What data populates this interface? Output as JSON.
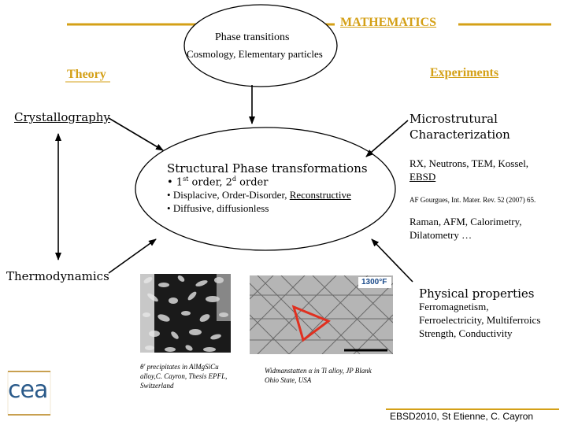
{
  "header": {
    "title": "MATHEMATICS",
    "accent_color": "#d4a017"
  },
  "top_ellipse": {
    "title": "Phase transitions",
    "subtitle": "Cosmology, Elementary particles"
  },
  "theory_label": "Theory",
  "experiments_label": "Experiments",
  "crystallography_label": "Crystallography",
  "thermodynamics_label": "Thermodynamics",
  "micro_char": {
    "line1": "Microstrutural",
    "line2": "Characterization"
  },
  "central": {
    "title": "Structural Phase transformations",
    "bullets": [
      {
        "marker": "•",
        "prefix": " 1",
        "sup1": "st",
        "middle": " order, 2",
        "sup2": "d",
        "suffix": " order"
      },
      {
        "marker": "•",
        "text": " Displacive, Order-Disorder, ",
        "underlined": "Reconstructive"
      },
      {
        "marker": "•",
        "text": " Diffusive, diffusionless"
      }
    ]
  },
  "experiments_methods": {
    "line1": "RX, Neutrons, TEM, Kossel,",
    "line2": "EBSD",
    "reference": "AF Gourgues, Int. Mater. Rev. 52 (2007) 65.",
    "raman_line1": "Raman, AFM, Calorimetry,",
    "raman_line2": "Dilatometry …"
  },
  "physical": {
    "title": "Physical properties",
    "items": [
      "Ferromagnetism,",
      "Ferroelectricity, Multiferroics",
      "Strength, Conductivity"
    ]
  },
  "image1_caption": [
    "θ' precipitates in AlMgSiCu",
    "alloy,C. Cayron, Thesis EPFL,",
    "Switzerland"
  ],
  "image2_label": "1300°F",
  "image2_caption": [
    "Widmanstatten α in Ti alloy, JP Blank",
    "Ohio State, USA"
  ],
  "logo": "cea",
  "footer": "EBSD2010, St Etienne, C. Cayron"
}
